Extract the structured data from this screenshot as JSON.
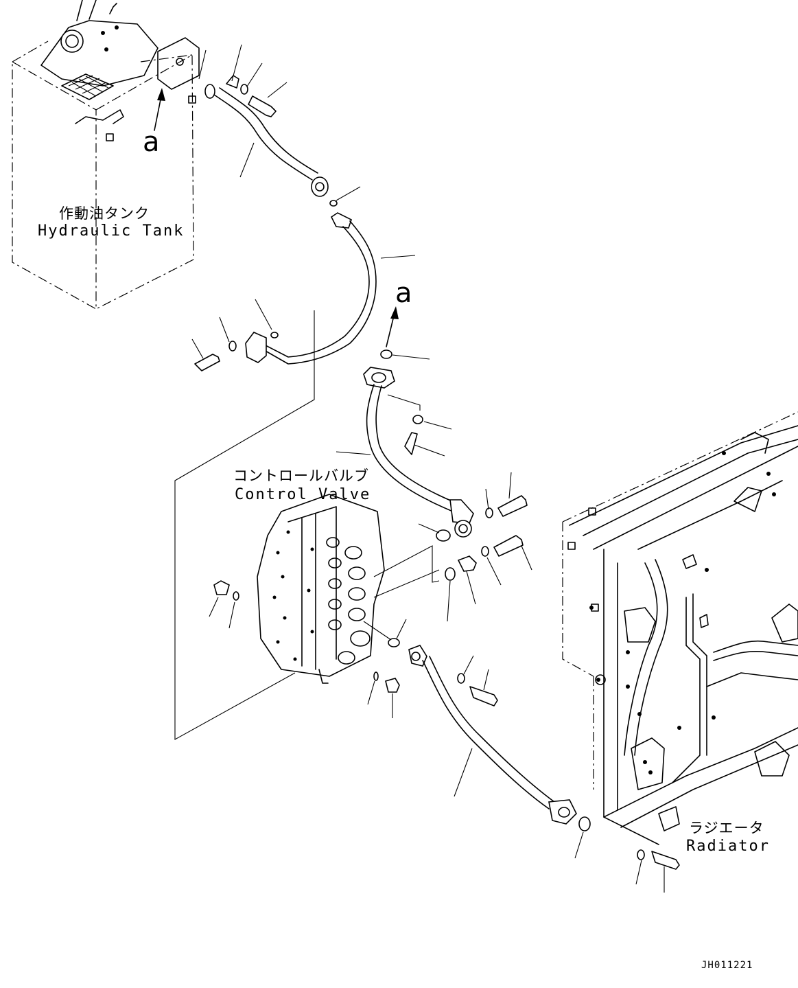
{
  "labels": {
    "hydraulic_tank_jp": "作動油タンク",
    "hydraulic_tank_en": "Hydraulic Tank",
    "control_valve_jp": "コントロールバルブ",
    "control_valve_en": "Control Valve",
    "radiator_jp": "ラジエータ",
    "radiator_en": "Radiator",
    "view_marker_a": "a",
    "drawing_code": "JH011221"
  }
}
